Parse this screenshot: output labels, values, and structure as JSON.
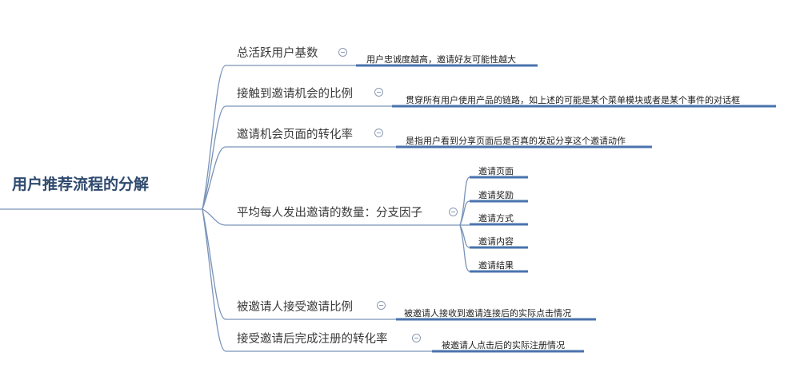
{
  "root": "用户推荐流程的分解",
  "branches": [
    {
      "label": "总活跃用户基数",
      "note": "用户忠诚度越高，邀请好友可能性越大"
    },
    {
      "label": "接触到邀请机会的比例",
      "note": "贯穿所有用户使用产品的链路，如上述的可能是某个菜单模块或者是某个事件的对话框"
    },
    {
      "label": "邀请机会页面的转化率",
      "note": "是指用户看到分享页面后是否真的发起分享这个邀请动作"
    },
    {
      "label": "平均每人发出邀请的数量：分支因子",
      "children": [
        "邀请页面",
        "邀请奖励",
        "邀请方式",
        "邀请内容",
        "邀请结果"
      ]
    },
    {
      "label": "被邀请人接受邀请比例",
      "note": "被邀请人接收到邀请连接后的实际点击情况"
    },
    {
      "label": "接受邀请后完成注册的转化率",
      "note": "被邀请人点击后的实际注册情况"
    }
  ],
  "colors": {
    "line": "#4a73ad",
    "thin": "#7a93b8"
  }
}
